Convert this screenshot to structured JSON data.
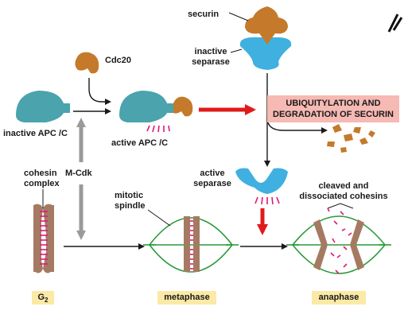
{
  "labels": {
    "securin": "securin",
    "inactive_separase": "inactive\nseparase",
    "cdc20": "Cdc20",
    "inactive_apc": "inactive APC /C",
    "active_apc": "active APC /C",
    "ubiquitylation": "UBIQUITYLATION AND\nDEGRADATION OF SECURIN",
    "mcdk": "M-Cdk",
    "cohesin_complex": "cohesin\ncomplex",
    "mitotic_spindle": "mitotic\nspindle",
    "active_separase": "active\nseparase",
    "cleaved_cohesins": "cleaved and\ndissociated cohesins"
  },
  "stages": {
    "g2": "G",
    "g2_sub": "2",
    "metaphase": "metaphase",
    "anaphase": "anaphase"
  },
  "colors": {
    "apc": "#4aa3ad",
    "securin": "#c47a2a",
    "separase": "#3fb0e0",
    "chromosome": "#a57a62",
    "cohesin": "#e0187a",
    "spindle": "#2a9a3a",
    "red_arrow": "#e01b1b",
    "gray_arrow": "#9a9a9a",
    "stage_box": "#fbe9a6",
    "banner": "#f6b9b3"
  }
}
